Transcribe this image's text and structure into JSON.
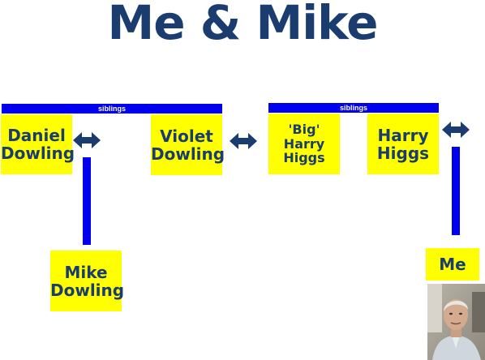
{
  "title": "Me & Mike",
  "groups": [
    {
      "label": "siblings"
    },
    {
      "label": "siblings"
    }
  ],
  "people": {
    "daniel": "Daniel Dowling",
    "violet": "Violet Dowling",
    "big_harry": "'Big' Harry Higgs",
    "harry": "Harry Higgs",
    "mike": "Mike Dowling",
    "me": "Me"
  },
  "colors": {
    "title": "#1a3c6e",
    "box": "#ffff00",
    "bar": "#0000ee",
    "arrow": "#1a3c6e"
  },
  "icons": {
    "marriage": "double-arrow-icon",
    "photo": "person-photo"
  }
}
